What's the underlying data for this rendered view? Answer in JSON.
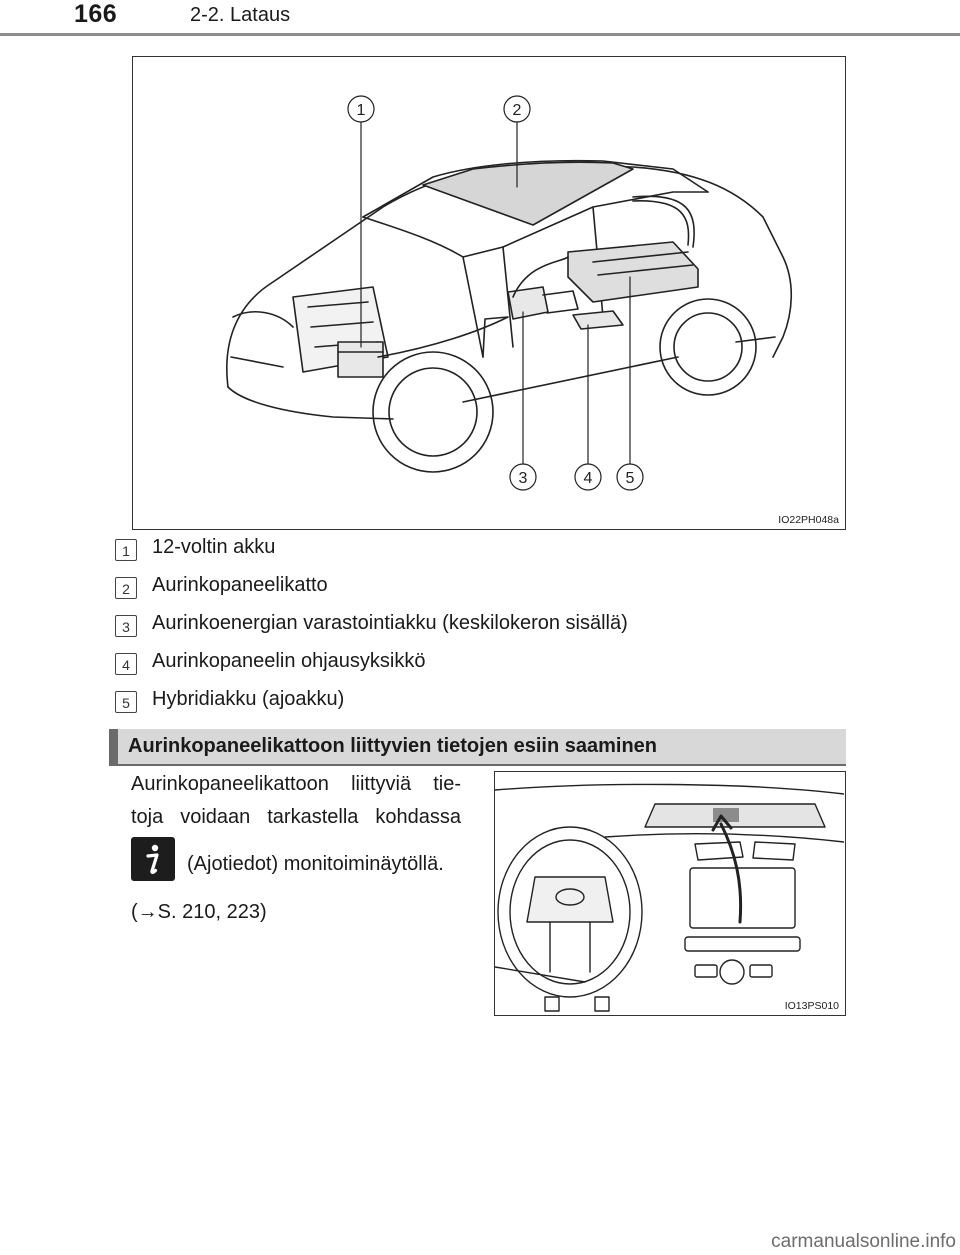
{
  "header": {
    "page_number": "166",
    "section_title": "2-2. Lataus"
  },
  "figure1": {
    "code": "IO22PH048a",
    "callouts": [
      "1",
      "2",
      "3",
      "4",
      "5"
    ]
  },
  "legend": [
    {
      "num": "1",
      "text": "12-voltin akku"
    },
    {
      "num": "2",
      "text": "Aurinkopaneelikatto"
    },
    {
      "num": "3",
      "text": "Aurinkoenergian varastointiakku (keskilokeron sisällä)"
    },
    {
      "num": "4",
      "text": "Aurinkopaneelin ohjausyksikkö"
    },
    {
      "num": "5",
      "text": "Hybridiakku (ajoakku)"
    }
  ],
  "section": {
    "heading": "Aurinkopaneelikattoon liittyvien tietojen esiin saaminen",
    "lines": [
      "Aurinkopaneelikattoon liittyviä tie-",
      "toja voidaan tarkastella kohdassa",
      "(Ajotiedot) monitoiminäytöllä.",
      "(→S. 210, 223)"
    ],
    "info_icon": "info-icon"
  },
  "figure2": {
    "code": "IO13PS010"
  },
  "watermark": "carmanualsonline.info"
}
